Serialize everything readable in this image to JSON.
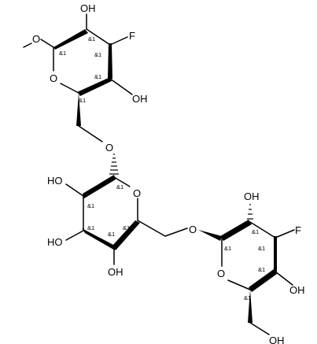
{
  "structure": {
    "stereo_label": "&1",
    "atoms": {
      "ring1_o": "O",
      "ring1_methoxy_o": "O",
      "ring1_oh_top": "OH",
      "ring1_f": "F",
      "ring1_oh_right": "OH",
      "link1_o": "O",
      "ring2_o": "O",
      "ring2_oh_left": "HO",
      "ring2_oh_lower_left": "HO",
      "ring2_oh_bottom": "OH",
      "link2_o": "O",
      "ring3_o": "O",
      "ring3_oh_top": "OH",
      "ring3_f": "F",
      "ring3_oh_right": "OH",
      "ring3_ch2oh": "OH"
    }
  }
}
